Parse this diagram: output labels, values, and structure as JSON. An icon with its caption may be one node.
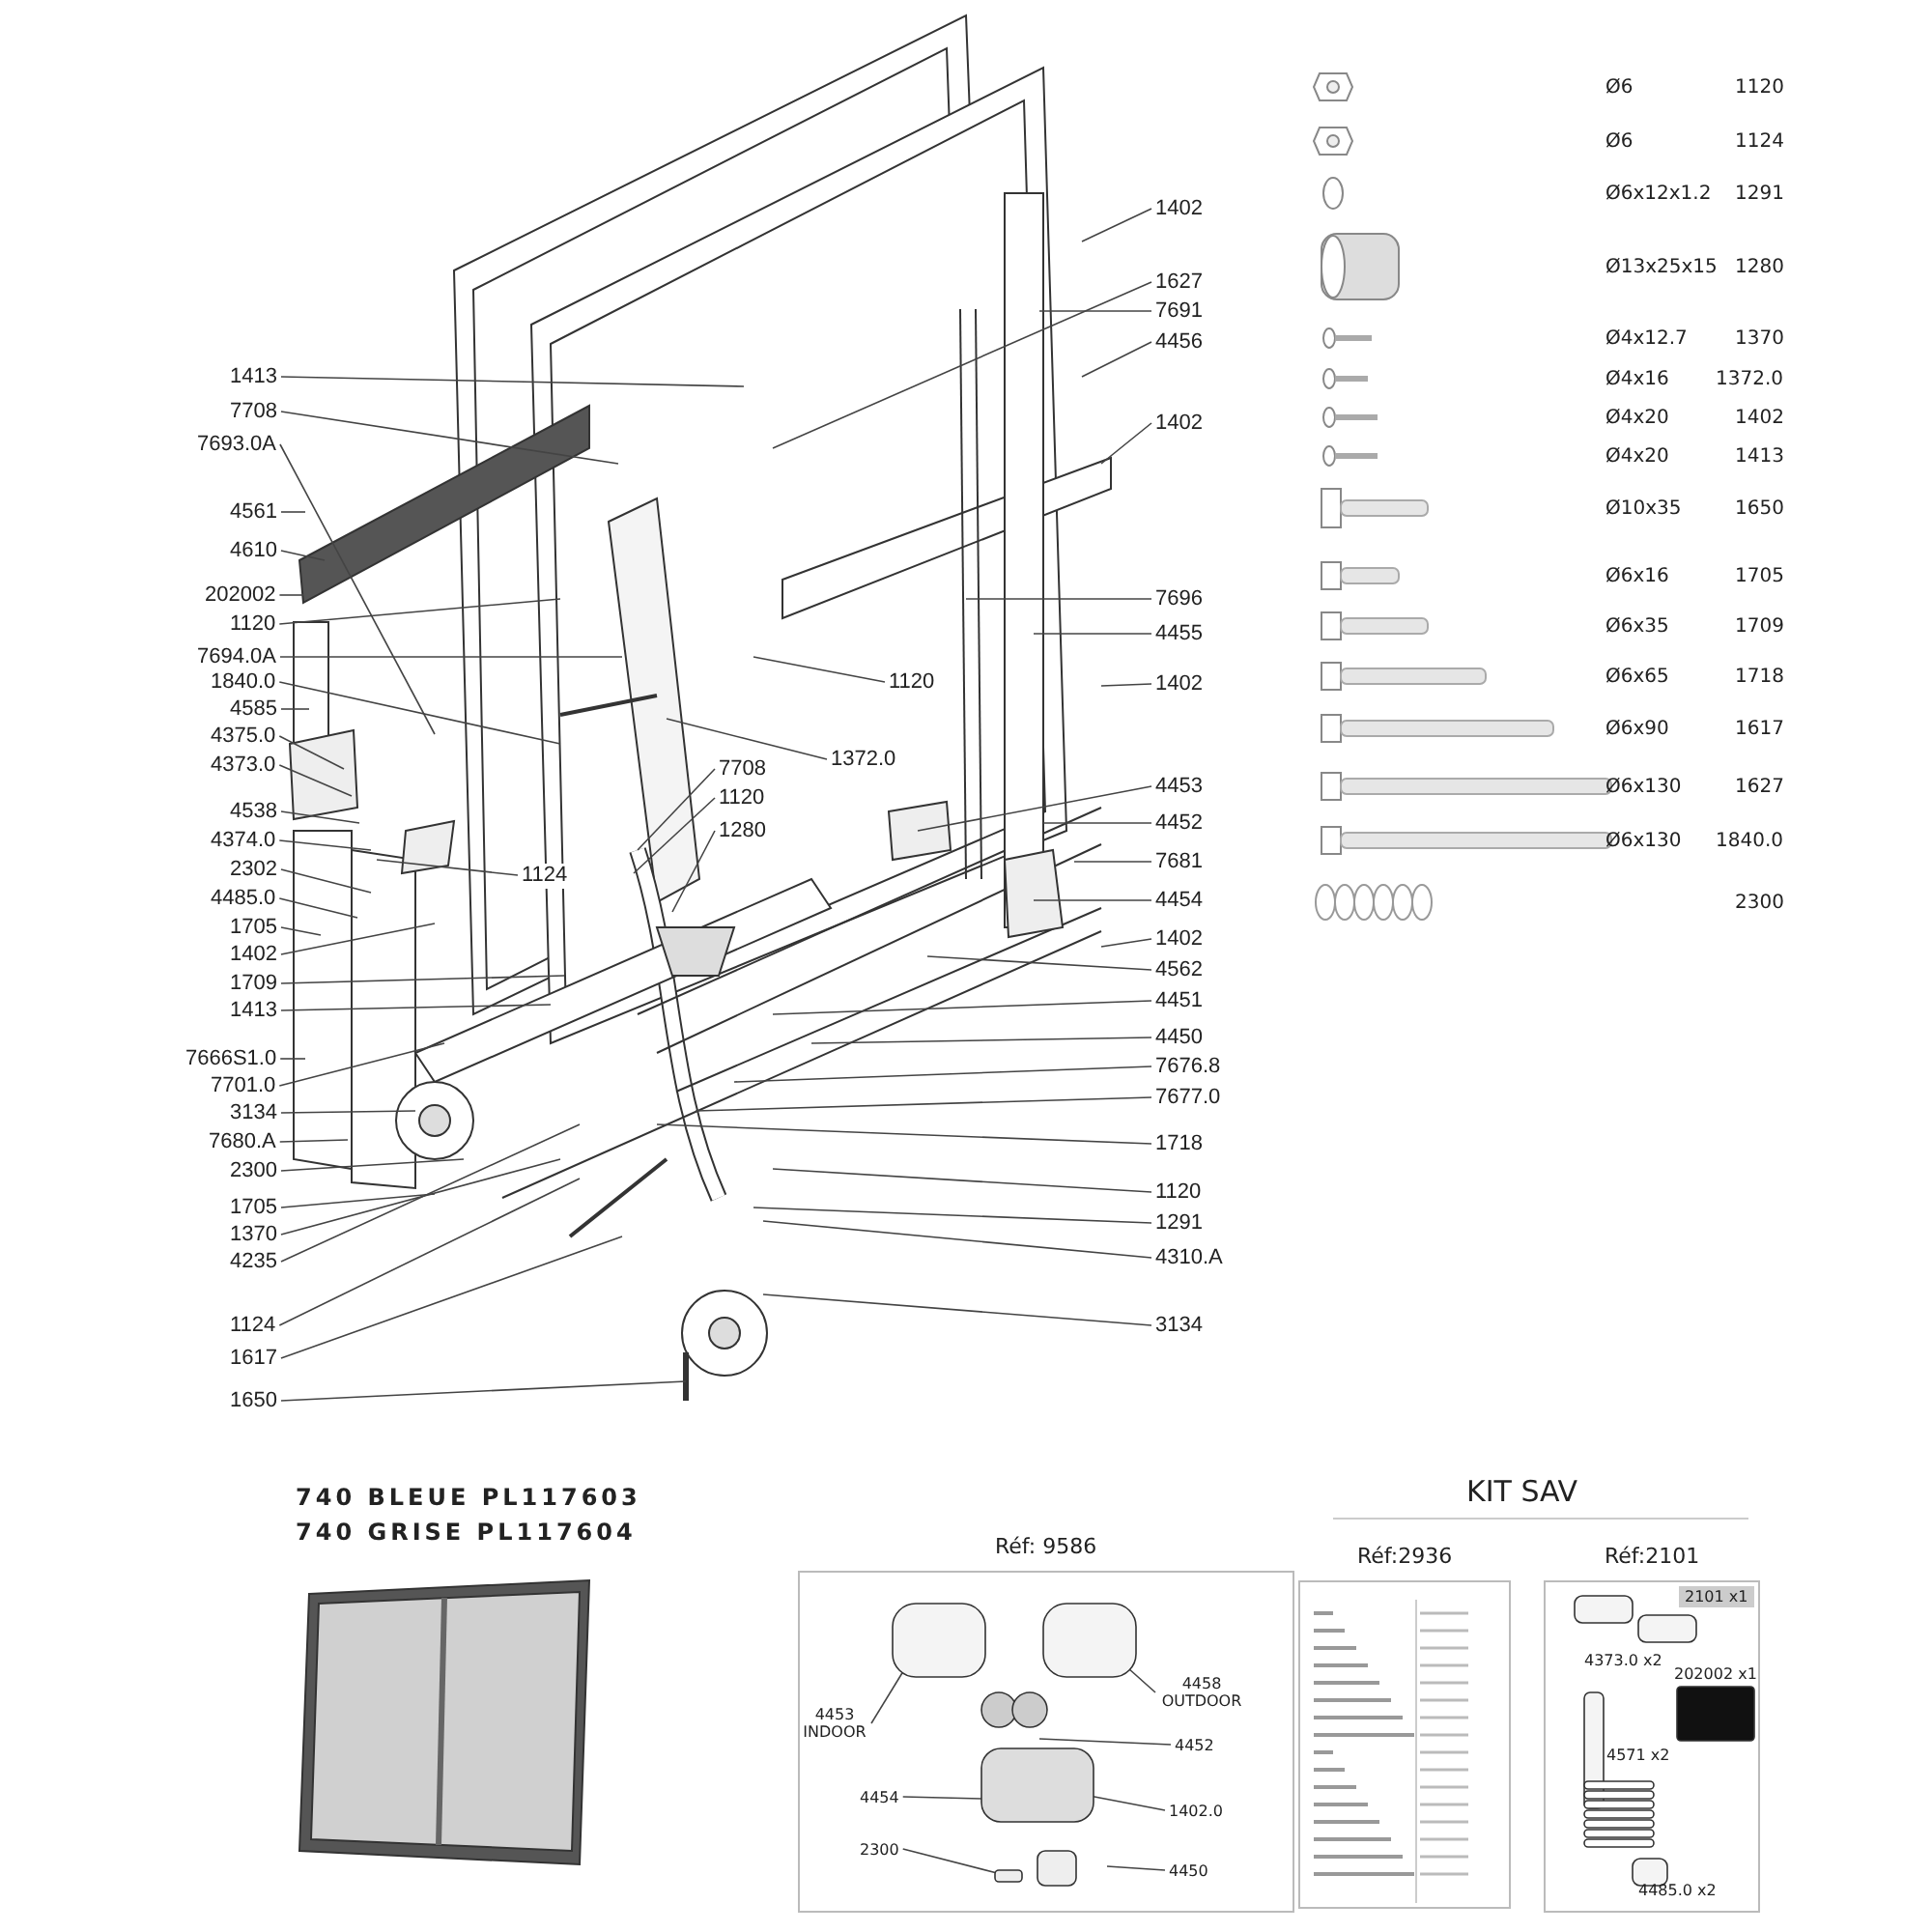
{
  "diagram": {
    "nodes": [
      {
        "text": [
          "1413"
        ]
      },
      {
        "text": [
          "7708"
        ]
      },
      {
        "text": [
          "7693.0A"
        ]
      },
      {
        "text": [
          "4561"
        ]
      },
      {
        "text": [
          "4610"
        ]
      },
      {
        "text": [
          "202002"
        ]
      },
      {
        "text": [
          "1120"
        ]
      },
      {
        "text": [
          "7694.0A"
        ]
      },
      {
        "text": [
          "1840.0"
        ]
      },
      {
        "text": [
          "4585"
        ]
      },
      {
        "text": [
          "4375.0"
        ]
      },
      {
        "text": [
          "4373.0"
        ]
      },
      {
        "text": [
          "4538"
        ]
      },
      {
        "text": [
          "4374.0"
        ]
      },
      {
        "text": [
          "2302"
        ]
      },
      {
        "text": [
          "4485.0"
        ]
      },
      {
        "text": [
          "1705"
        ]
      },
      {
        "text": [
          "1402"
        ]
      },
      {
        "text": [
          "1709"
        ]
      },
      {
        "text": [
          "1413"
        ]
      },
      {
        "text": [
          "7666S1.0"
        ]
      },
      {
        "text": [
          "7701.0"
        ]
      },
      {
        "text": [
          "3134"
        ]
      },
      {
        "text": [
          "7680.A"
        ]
      },
      {
        "text": [
          "2300"
        ]
      },
      {
        "text": [
          "1705"
        ]
      },
      {
        "text": [
          "1370"
        ]
      },
      {
        "text": [
          "4235"
        ]
      },
      {
        "text": [
          "1124"
        ]
      },
      {
        "text": [
          "1617"
        ]
      },
      {
        "text": [
          "1650"
        ]
      },
      {
        "text": [
          "1124"
        ]
      },
      {
        "text": [
          "7708"
        ]
      },
      {
        "text": [
          "1120"
        ]
      },
      {
        "text": [
          "1280"
        ]
      },
      {
        "text": [
          "1120"
        ]
      },
      {
        "text": [
          "1372.0"
        ]
      },
      {
        "text": [
          "1402"
        ]
      },
      {
        "text": [
          "1627"
        ]
      },
      {
        "text": [
          "7691"
        ]
      },
      {
        "text": [
          "4456"
        ]
      },
      {
        "text": [
          "1402"
        ]
      },
      {
        "text": [
          "7696"
        ]
      },
      {
        "text": [
          "4455"
        ]
      },
      {
        "text": [
          "1402"
        ]
      },
      {
        "text": [
          "4453"
        ]
      },
      {
        "text": [
          "4452"
        ]
      },
      {
        "text": [
          "7681"
        ]
      },
      {
        "text": [
          "4454"
        ]
      },
      {
        "text": [
          "1402"
        ]
      },
      {
        "text": [
          "4562"
        ]
      },
      {
        "text": [
          "4451"
        ]
      },
      {
        "text": [
          "4450"
        ]
      },
      {
        "text": [
          "7676.8"
        ]
      },
      {
        "text": [
          "7677.0"
        ]
      },
      {
        "text": [
          "1718"
        ]
      },
      {
        "text": [
          "1120"
        ]
      },
      {
        "text": [
          "1291"
        ]
      },
      {
        "text": [
          "4310.A"
        ]
      },
      {
        "text": [
          "3134"
        ]
      },
      {
        "text": [
          "Réf: 9586"
        ]
      },
      {
        "text": [
          "4453 INDOOR"
        ],
        "in": 60
      },
      {
        "text": [
          "4458 OUTDOOR"
        ],
        "in": 60
      },
      {
        "text": [
          "4452"
        ],
        "in": 60
      },
      {
        "text": [
          "4454"
        ],
        "in": 60
      },
      {
        "text": [
          "1402.0"
        ],
        "in": 60
      },
      {
        "text": [
          "2300"
        ],
        "in": 60
      },
      {
        "text": [
          "4450"
        ],
        "in": 60
      },
      {
        "text": [
          "Réf:2936"
        ]
      },
      {
        "text": [
          "Réf:2101"
        ]
      },
      {
        "text": [
          "2101 x1"
        ],
        "in": 69
      }
    ],
    "edges": [
      {
        "from": 0,
        "to": null,
        "arrow": "none"
      },
      {
        "from": 1,
        "to": null,
        "arrow": "none"
      },
      {
        "from": 2,
        "to": null,
        "arrow": "none"
      },
      {
        "from": 3,
        "to": null,
        "arrow": "none"
      },
      {
        "from": 4,
        "to": null,
        "arrow": "none"
      },
      {
        "from": 5,
        "to": null,
        "arrow": "none"
      },
      {
        "from": 6,
        "to": null,
        "arrow": "none"
      },
      {
        "from": 7,
        "to": null,
        "arrow": "none"
      },
      {
        "from": 8,
        "to": null,
        "arrow": "none"
      },
      {
        "from": 9,
        "to": null,
        "arrow": "none"
      },
      {
        "from": 10,
        "to": null,
        "arrow": "none"
      },
      {
        "from": 11,
        "to": null,
        "arrow": "none"
      },
      {
        "from": 12,
        "to": null,
        "arrow": "none"
      },
      {
        "from": 13,
        "to": null,
        "arrow": "none"
      },
      {
        "from": 14,
        "to": null,
        "arrow": "none"
      },
      {
        "from": 15,
        "to": null,
        "arrow": "none"
      },
      {
        "from": 16,
        "to": null,
        "arrow": "none"
      },
      {
        "from": 17,
        "to": null,
        "arrow": "none"
      },
      {
        "from": 18,
        "to": null,
        "arrow": "none"
      },
      {
        "from": 19,
        "to": null,
        "arrow": "none"
      },
      {
        "from": 20,
        "to": null,
        "arrow": "none"
      },
      {
        "from": 21,
        "to": null,
        "arrow": "none"
      },
      {
        "from": 22,
        "to": null,
        "arrow": "none"
      },
      {
        "from": 23,
        "to": null,
        "arrow": "none"
      },
      {
        "from": 24,
        "to": null,
        "arrow": "none"
      },
      {
        "from": 25,
        "to": null,
        "arrow": "none"
      },
      {
        "from": 26,
        "to": null,
        "arrow": "none"
      },
      {
        "from": 27,
        "to": null,
        "arrow": "none"
      },
      {
        "from": 28,
        "to": null,
        "arrow": "none"
      },
      {
        "from": 29,
        "to": null,
        "arrow": "none"
      },
      {
        "from": 30,
        "to": null,
        "arrow": "none"
      },
      {
        "from": 31,
        "to": null,
        "arrow": "none"
      },
      {
        "from": 32,
        "to": null,
        "arrow": "none"
      },
      {
        "from": 33,
        "to": null,
        "arrow": "none"
      },
      {
        "from": 34,
        "to": null,
        "arrow": "none"
      },
      {
        "from": 35,
        "to": null,
        "arrow": "none"
      },
      {
        "from": 36,
        "to": null,
        "arrow": "none"
      },
      {
        "from": 37,
        "to": null,
        "arrow": "none"
      },
      {
        "from": 38,
        "to": null,
        "arrow": "none"
      },
      {
        "from": 39,
        "to": null,
        "arrow": "none"
      },
      {
        "from": 40,
        "to": null,
        "arrow": "none"
      },
      {
        "from": 41,
        "to": null,
        "arrow": "none"
      },
      {
        "from": 42,
        "to": null,
        "arrow": "none"
      },
      {
        "from": 43,
        "to": null,
        "arrow": "none"
      },
      {
        "from": 44,
        "to": null,
        "arrow": "none"
      },
      {
        "from": 45,
        "to": null,
        "arrow": "none"
      },
      {
        "from": 46,
        "to": null,
        "arrow": "none"
      },
      {
        "from": 47,
        "to": null,
        "arrow": "none"
      },
      {
        "from": 48,
        "to": null,
        "arrow": "none"
      },
      {
        "from": 49,
        "to": null,
        "arrow": "none"
      },
      {
        "from": 50,
        "to": null,
        "arrow": "none"
      },
      {
        "from": 51,
        "to": null,
        "arrow": "none"
      },
      {
        "from": 52,
        "to": null,
        "arrow": "none"
      },
      {
        "from": 53,
        "to": null,
        "arrow": "none"
      },
      {
        "from": 54,
        "to": null,
        "arrow": "none"
      },
      {
        "from": 55,
        "to": null,
        "arrow": "none"
      },
      {
        "from": 56,
        "to": null,
        "arrow": "none"
      },
      {
        "from": 57,
        "to": null,
        "arrow": "none"
      },
      {
        "from": 58,
        "to": null,
        "arrow": "none"
      },
      {
        "from": 59,
        "to": null,
        "arrow": "none"
      },
      {
        "from": 61,
        "to": null,
        "arrow": "none"
      },
      {
        "from": 62,
        "to": null,
        "arrow": "none"
      },
      {
        "from": 63,
        "to": null,
        "arrow": "none"
      },
      {
        "from": 64,
        "to": null,
        "arrow": "none"
      },
      {
        "from": 65,
        "to": null,
        "arrow": "none"
      },
      {
        "from": 66,
        "to": null,
        "arrow": "none"
      },
      {
        "from": 67,
        "to": null,
        "arrow": "none"
      }
    ],
    "labels": [
      "Ø6",
      "1120",
      "Ø6",
      "1124",
      "Ø6x12x1.2",
      "1291",
      "Ø13x25x15",
      "1280",
      "Ø4x12.7",
      "1370",
      "Ø4x16",
      "1372.0",
      "Ø4x20",
      "1402",
      "Ø4x20",
      "1413",
      "Ø10x35",
      "1650",
      "Ø6x16",
      "1705",
      "Ø6x35",
      "1709",
      "Ø6x65",
      "1718",
      "Ø6x90",
      "1617",
      "Ø6x130",
      "1627",
      "Ø6x130",
      "1840.0",
      "2300",
      "740 BLEUE PL117603",
      "740 GRISE PL117604",
      "KIT SAV",
      "4373.0 x2",
      "202002 x1",
      "4571 x2",
      "4485.0 x2"
    ]
  }
}
